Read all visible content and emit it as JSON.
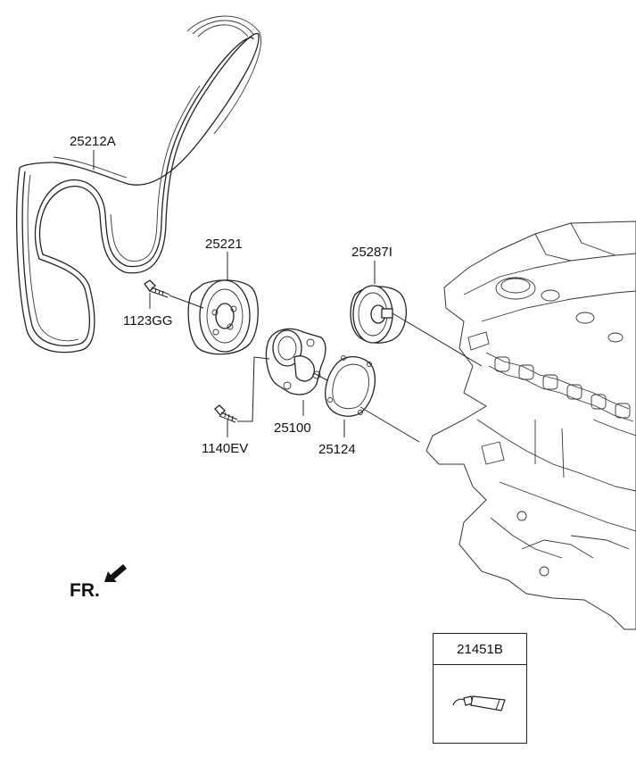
{
  "labels": {
    "belt": "25212A",
    "idler_pulley": "25221",
    "tensioner_pulley": "25287I",
    "bolt_top": "1123GG",
    "bolt_bottom": "1140EV",
    "water_pump": "25100",
    "gasket": "25124",
    "sealant": "21451B"
  },
  "direction": {
    "text": "FR."
  },
  "icons": {
    "direction_arrow": "arrow-down-left-icon",
    "sealant_tube": "sealant-tube-icon"
  }
}
